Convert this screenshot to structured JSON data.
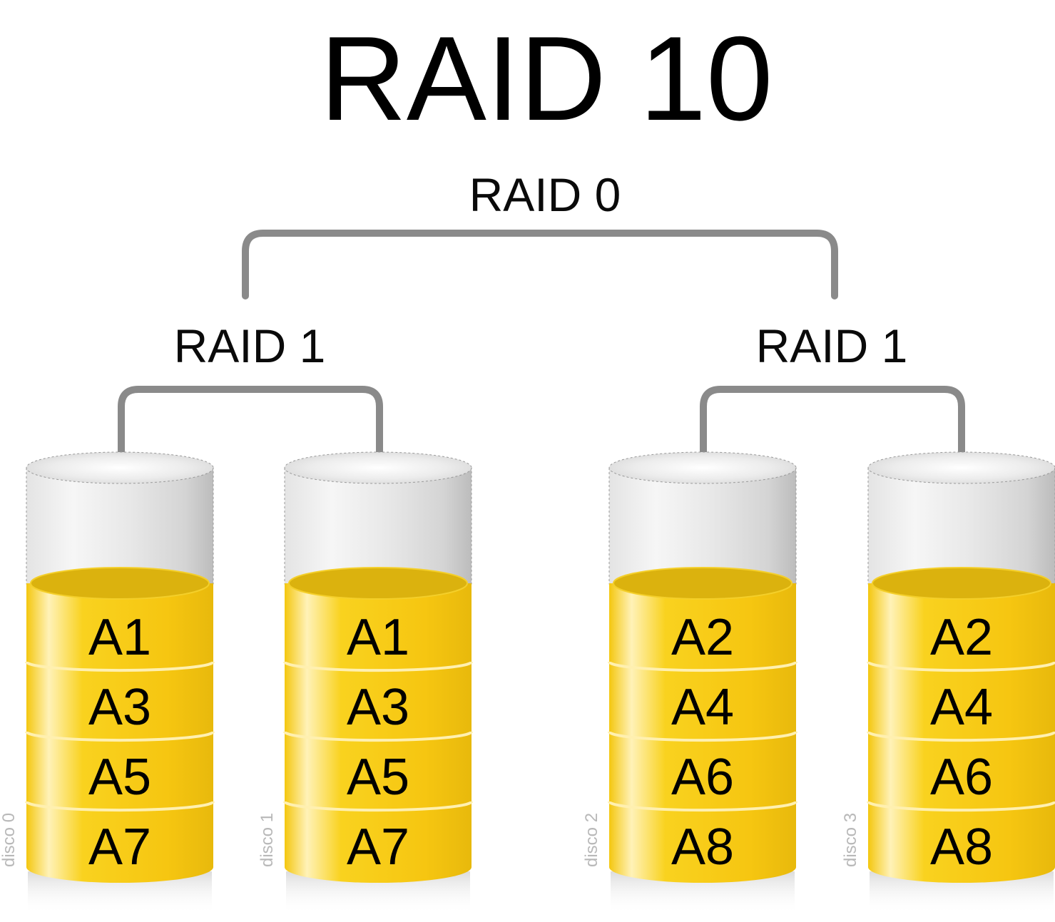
{
  "title": "RAID 10",
  "top_level": {
    "label": "RAID 0"
  },
  "mirrors": [
    {
      "label": "RAID 1"
    },
    {
      "label": "RAID 1"
    }
  ],
  "disks": [
    {
      "label": "disco 0",
      "blocks": [
        "A1",
        "A3",
        "A5",
        "A7"
      ]
    },
    {
      "label": "disco 1",
      "blocks": [
        "A1",
        "A3",
        "A5",
        "A7"
      ]
    },
    {
      "label": "disco 2",
      "blocks": [
        "A2",
        "A4",
        "A6",
        "A8"
      ]
    },
    {
      "label": "disco 3",
      "blocks": [
        "A2",
        "A4",
        "A6",
        "A8"
      ]
    }
  ],
  "colors": {
    "block_fill": "#f7c815",
    "block_top": "#dbb20e",
    "connector": "#8a8a8a",
    "cylinder": "#e2e2e2",
    "disk_label": "#b8b8b8"
  }
}
